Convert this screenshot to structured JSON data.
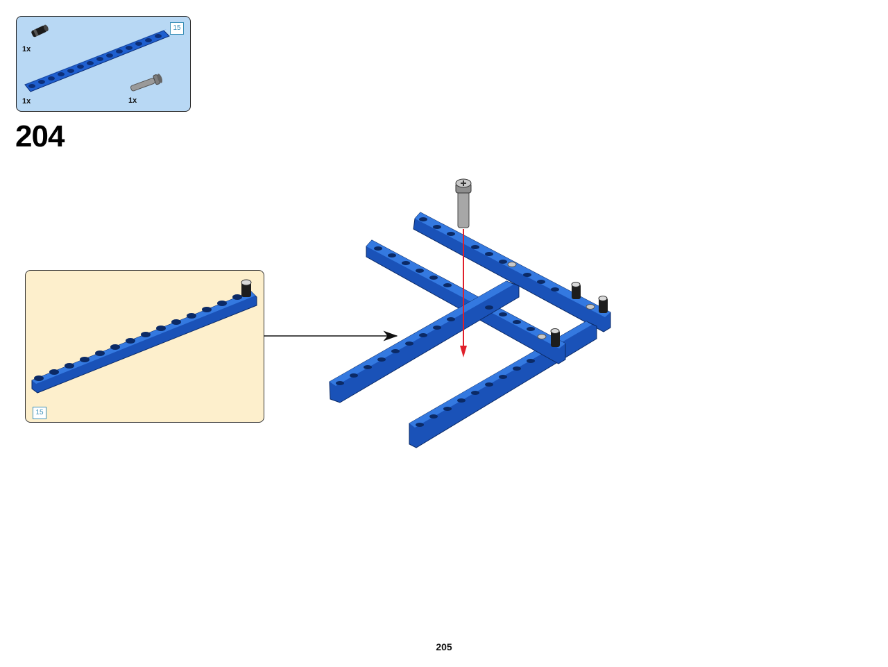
{
  "parts_list": {
    "items": [
      {
        "part": "friction pin, black",
        "quantity": "1x"
      },
      {
        "part": "15 hole beam, blue",
        "quantity": "1x",
        "length_callout": "15"
      },
      {
        "part": "long pin with stop bush, grey",
        "quantity": "1x"
      }
    ]
  },
  "step": {
    "number": "204"
  },
  "subassembly": {
    "length_callout": "15"
  },
  "page": {
    "number": "205"
  },
  "colors": {
    "parts_background": "#b8d8f4",
    "subassembly_background": "#fdefcc",
    "beam_blue": "#1f5fcf",
    "insertion_arrow": "#e0202a",
    "length_callout": "#3a8fb7"
  }
}
